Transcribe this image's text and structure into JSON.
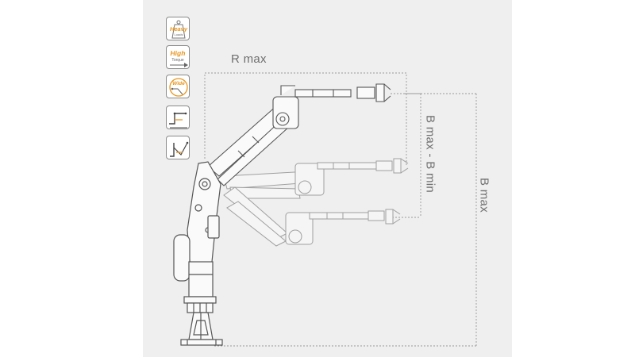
{
  "dimensions": {
    "r_max": "R max",
    "b_diff": "B max - B min",
    "b_max": "B max"
  },
  "badges": [
    {
      "name": "heavy-loads-badge",
      "icon": "weight-icon",
      "line1": "Heavy",
      "line2": "Loads"
    },
    {
      "name": "high-torque-badge",
      "icon": "arrow-icon",
      "line1": "High",
      "line2": "Torque"
    },
    {
      "name": "wide-badge",
      "icon": "arc-icon",
      "line1": "Wide"
    },
    {
      "name": "jib-angle-badge",
      "icon": "jib-angle-icon"
    },
    {
      "name": "jib-fold-badge",
      "icon": "jib-fold-icon"
    }
  ],
  "colors": {
    "accent": "#e8951c",
    "outline": "#555555",
    "dimension": "#9a9a9a",
    "panel": "#efefef"
  }
}
